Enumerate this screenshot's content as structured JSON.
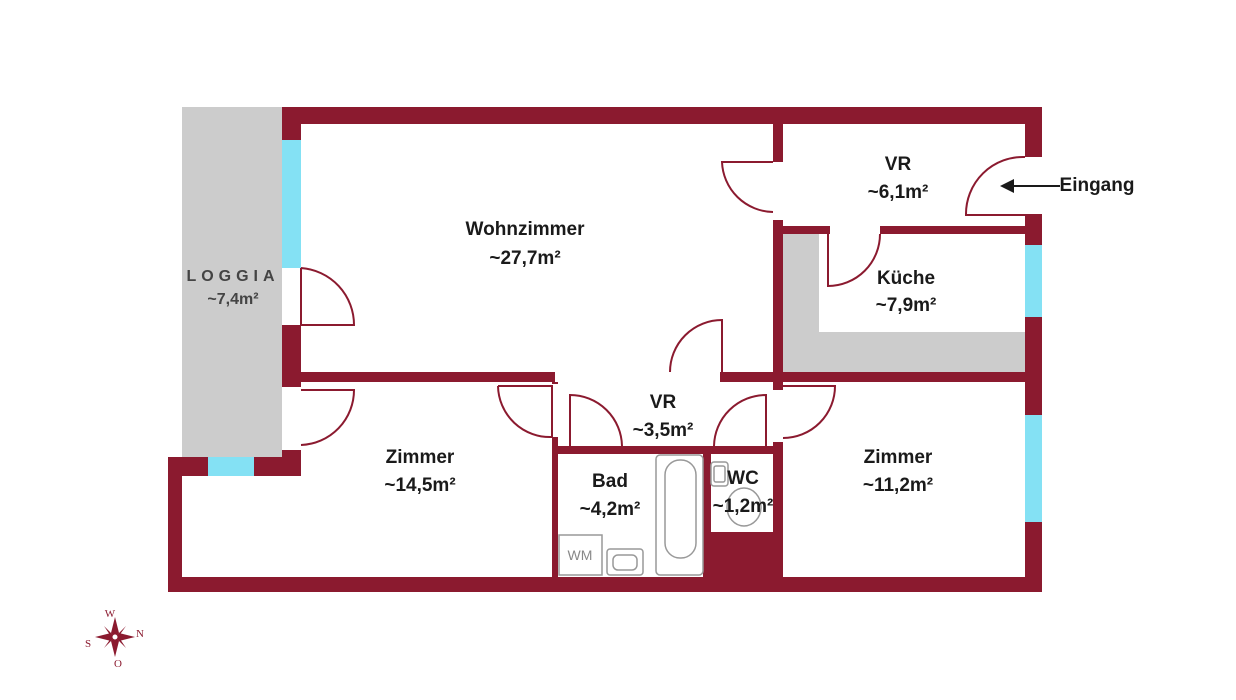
{
  "colors": {
    "wall": "#8b1a2f",
    "window": "#84e1f4",
    "loggia": "#cccccc",
    "counter": "#cccccc",
    "door_line": "#8b1a2f",
    "fixture_line": "#999999",
    "label": "#1a1a1a",
    "background": "#ffffff"
  },
  "rooms": {
    "wohnzimmer": {
      "name": "Wohnzimmer",
      "area": "~27,7m²"
    },
    "vr_entry": {
      "name": "VR",
      "area": "~6,1m²"
    },
    "kueche": {
      "name": "Küche",
      "area": "~7,9m²"
    },
    "loggia": {
      "name": "LOGGIA",
      "area": "~7,4m²"
    },
    "vr_hall": {
      "name": "VR",
      "area": "~3,5m²"
    },
    "zimmer_left": {
      "name": "Zimmer",
      "area": "~14,5m²"
    },
    "bad": {
      "name": "Bad",
      "area": "~4,2m²"
    },
    "wc": {
      "name": "WC",
      "area": "~1,2m²"
    },
    "zimmer_right": {
      "name": "Zimmer",
      "area": "~11,2m²"
    }
  },
  "fixtures": {
    "washing_machine": "WM"
  },
  "entrance": {
    "label": "Eingang"
  },
  "compass": {
    "north": "N",
    "south": "S",
    "west": "W",
    "east": "O"
  }
}
